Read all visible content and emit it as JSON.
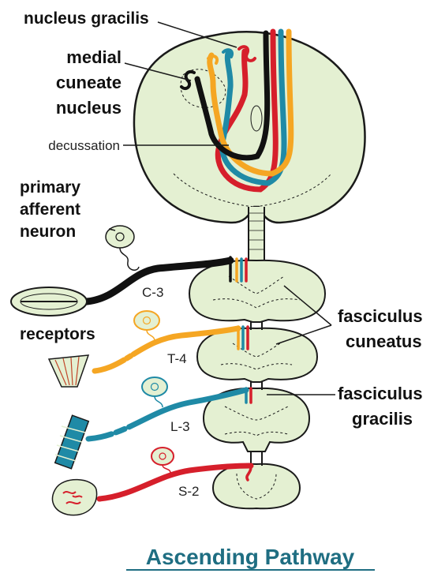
{
  "labels": {
    "nucleus_gracilis": "nucleus gracilis",
    "medial_1": "medial",
    "medial_2": "cuneate",
    "medial_3": "nucleus",
    "decussation": "decussation",
    "primary_1": "primary",
    "primary_2": "afferent",
    "primary_3": "neuron",
    "receptors": "receptors",
    "fc_1": "fasciculus",
    "fc_2": "cuneatus",
    "fg_1": "fasciculus",
    "fg_2": "gracilis",
    "level_c3": "C-3",
    "level_t4": "T-4",
    "level_l3": "L-3",
    "level_s2": "S-2"
  },
  "title": "Ascending Pathway",
  "colors": {
    "tissue": "#e4f0d2",
    "outline": "#1a1a1a",
    "pathway_c3": "#111111",
    "pathway_t4": "#f5a623",
    "pathway_l3": "#1f8aa6",
    "pathway_s2": "#d61f2b",
    "title": "#1f6e82"
  }
}
